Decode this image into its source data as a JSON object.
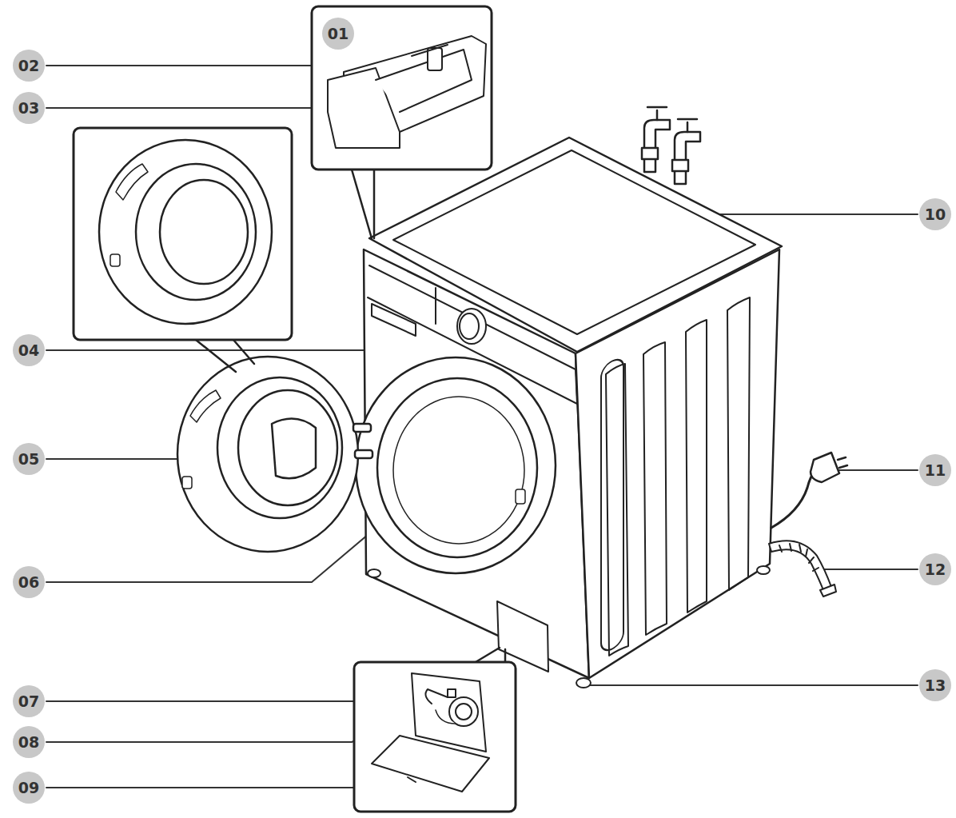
{
  "diagram": {
    "labels": [
      "01",
      "02",
      "03",
      "04",
      "05",
      "06",
      "07",
      "08",
      "09",
      "10",
      "11",
      "12",
      "13"
    ]
  }
}
